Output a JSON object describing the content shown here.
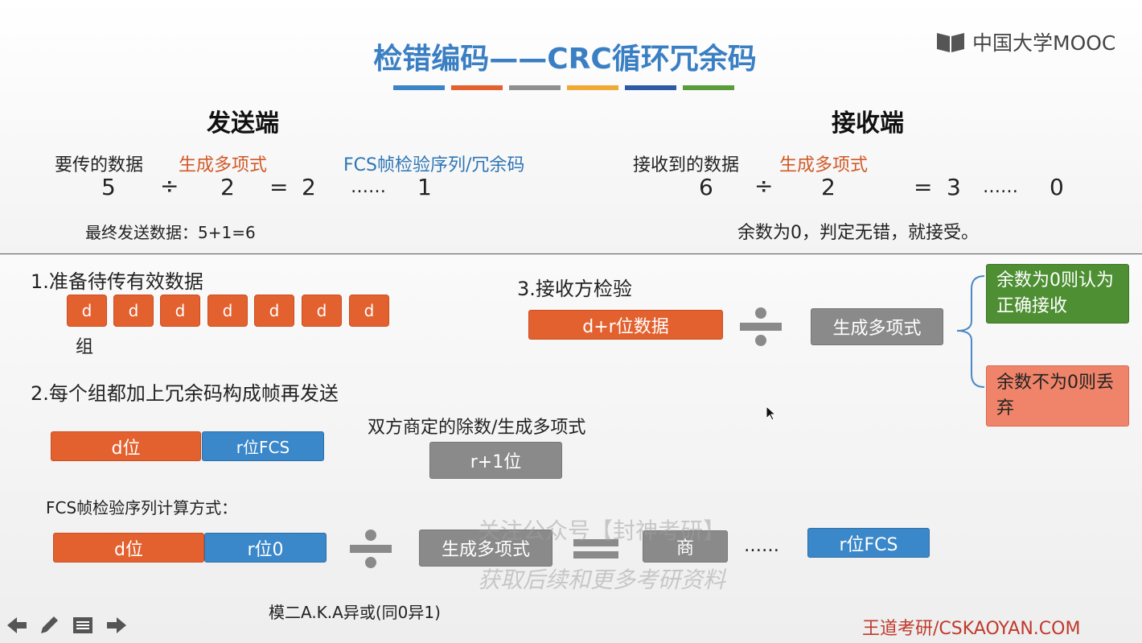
{
  "title": "检错编码——CRC循环冗余码",
  "logo": {
    "text": "中国大学MOOC"
  },
  "colors": {
    "title": "#3a7fc3",
    "orange": "#e3612f",
    "blue": "#3a87c9",
    "gray": "#8a8a8a",
    "green": "#4e8f33",
    "salmon": "#f0846a",
    "footer": "#c0392b"
  },
  "stripe_colors": [
    "#3d84c6",
    "#e3612f",
    "#8f8f8f",
    "#f0a932",
    "#2d5aa5",
    "#5a9b3c"
  ],
  "sender": {
    "heading": "发送端",
    "data_label": "要传的数据",
    "poly_label": "生成多项式",
    "fcs_label": "FCS帧检验序列/冗余码",
    "dividend": "5",
    "divide": "÷",
    "divisor": "2",
    "equals": "=",
    "quotient": "2",
    "dots": "……",
    "remainder": "1",
    "final": "最终发送数据：5+1=6"
  },
  "receiver": {
    "heading": "接收端",
    "data_label": "接收到的数据",
    "poly_label": "生成多项式",
    "dividend": "6",
    "divide": "÷",
    "divisor": "2",
    "equals": "=",
    "quotient": "3",
    "dots": "……",
    "remainder": "0",
    "result": "余数为0，判定无错，就接受。"
  },
  "step1": {
    "label": "1.准备待传有效数据",
    "blocks": [
      "d",
      "d",
      "d",
      "d",
      "d",
      "d",
      "d"
    ],
    "group": "组"
  },
  "step2": {
    "label": "2.每个组都加上冗余码构成帧再发送",
    "d_bits": "d位",
    "r_fcs": "r位FCS",
    "agree": "双方商定的除数/生成多项式",
    "r_plus_1": "r+1位"
  },
  "fcs_calc": {
    "label": "FCS帧检验序列计算方式：",
    "d_bits": "d位",
    "r_zero": "r位0",
    "divide": "÷",
    "poly": "生成多项式",
    "equals": "=",
    "quotient": "商",
    "dots": "……",
    "r_fcs": "r位FCS",
    "mod2": "模二A.K.A异或(同0异1)"
  },
  "step3": {
    "label": "3.接收方检验",
    "data": "d+r位数据",
    "divide": "÷",
    "poly": "生成多项式",
    "accept": "余数为0则认为正确接收",
    "discard": "余数不为0则丢弃"
  },
  "watermark": {
    "line1": "关注公众号【封神考研】",
    "line2": "获取后续和更多考研资料"
  },
  "nav": {
    "prev": "arrow-left-icon",
    "pen": "pen-icon",
    "menu": "menu-icon",
    "next": "arrow-right-icon"
  },
  "footer": "王道考研/CSKAOYAN.COM"
}
